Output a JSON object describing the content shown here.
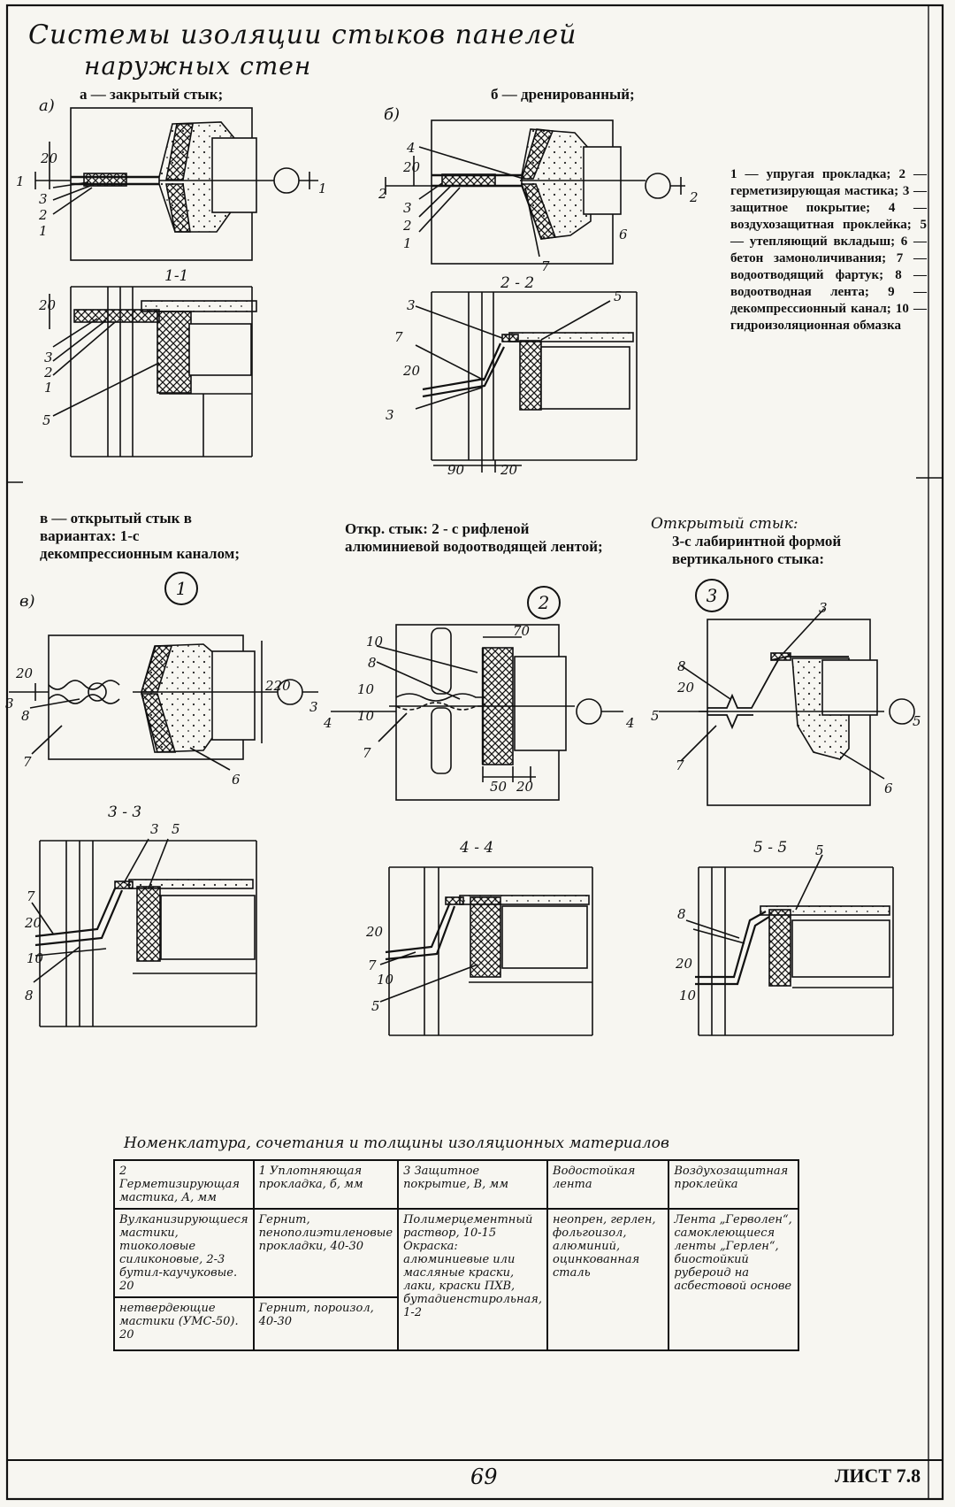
{
  "title": {
    "line1": "Системы изоляции стыков панелей",
    "line2": "наружных стен"
  },
  "captions": {
    "a": "а — закрытый стык;",
    "b": "б — дренированный;",
    "c": "в — открытый стык в вариантах: 1-с декомпрессионным каналом;",
    "c2": "Откр. стык: 2 - с рифленой алюминиевой водоотводящей лентой;",
    "c3_line1": "Открытый стык:",
    "c3_line2": "3-с лабиринтной формой вертикального стыка:"
  },
  "fig_letters": {
    "a": "а)",
    "b": "б)",
    "c": "в)"
  },
  "variant_numbers": [
    "1",
    "2",
    "3"
  ],
  "section_labels": [
    "1-1",
    "2 - 2",
    "3 - 3",
    "4 - 4",
    "5 - 5"
  ],
  "callouts": {
    "a_plan": [
      "20",
      "1",
      "3",
      "2",
      "1",
      "1"
    ],
    "a_sec": [
      "20",
      "3",
      "2",
      "1",
      "5"
    ],
    "b_plan": [
      "4",
      "20",
      "2",
      "3",
      "2",
      "1",
      "7",
      "6",
      "2"
    ],
    "b_sec": [
      "3",
      "7",
      "20",
      "3",
      "5",
      "90",
      "20"
    ],
    "c1_plan": [
      "20",
      "3",
      "8",
      "7",
      "220",
      "6",
      "3"
    ],
    "c1_sec": [
      "3",
      "5",
      "7",
      "20",
      "10",
      "8"
    ],
    "c2_plan": [
      "70",
      "10",
      "8",
      "10",
      "10",
      "4",
      "7",
      "50",
      "20",
      "4"
    ],
    "c2_sec": [
      "20",
      "7",
      "10",
      "5"
    ],
    "c3_plan": [
      "3",
      "8",
      "20",
      "5",
      "7",
      "6",
      "5"
    ],
    "c3_sec": [
      "5",
      "8",
      "20",
      "10"
    ]
  },
  "legend": "1 — упругая прокладка; 2 — герметизирующая мастика; 3 — защитное покрытие; 4 — воздухозащитная проклейка; 5 — утепляющий вкладыш; 6 — бетон замоноличивания; 7 — водоотводящий фартук; 8 — водоотводная лента; 9 — декомпрессионный канал; 10 — гидроизоляционная обмазка",
  "materials": {
    "title": "Номенклатура, сочетания и толщины изоляционных материалов",
    "headers": [
      "2 Герметизирующая мастика, А, мм",
      "1 Уплотняющая прокладка, б, мм",
      "3 Защитное покрытие, В, мм",
      "Водостойкая лента",
      "Воздухозащитная проклейка"
    ],
    "rows": [
      [
        "Вулканизирующиеся мастики, тиоколовые силиконовые, 2-3 бутил-каучуковые. 20",
        "Гернит, пенополиэтиленовые прокладки, 40-30",
        "Полимерцементный раствор, 10-15 Окраска: алюминиевые или масляные краски, лаки, краски ПХВ, бутадиенстирольная, 1-2",
        "неопрен, герлен, фольгоизол, алюминий, оцинкованная сталь",
        "Лента „Герволен“, самоклеющиеся ленты „Герлен“, биостойкий рубероид на асбестовой основе"
      ],
      [
        "нетвердеющие мастики (УМС-50). 20",
        "Гернит, пороизол, 40-30",
        "",
        "",
        ""
      ]
    ]
  },
  "footer": {
    "page_number": "69",
    "sheet": "ЛИСТ 7.8"
  },
  "colors": {
    "ink": "#111111",
    "paper": "#f7f6f1"
  }
}
